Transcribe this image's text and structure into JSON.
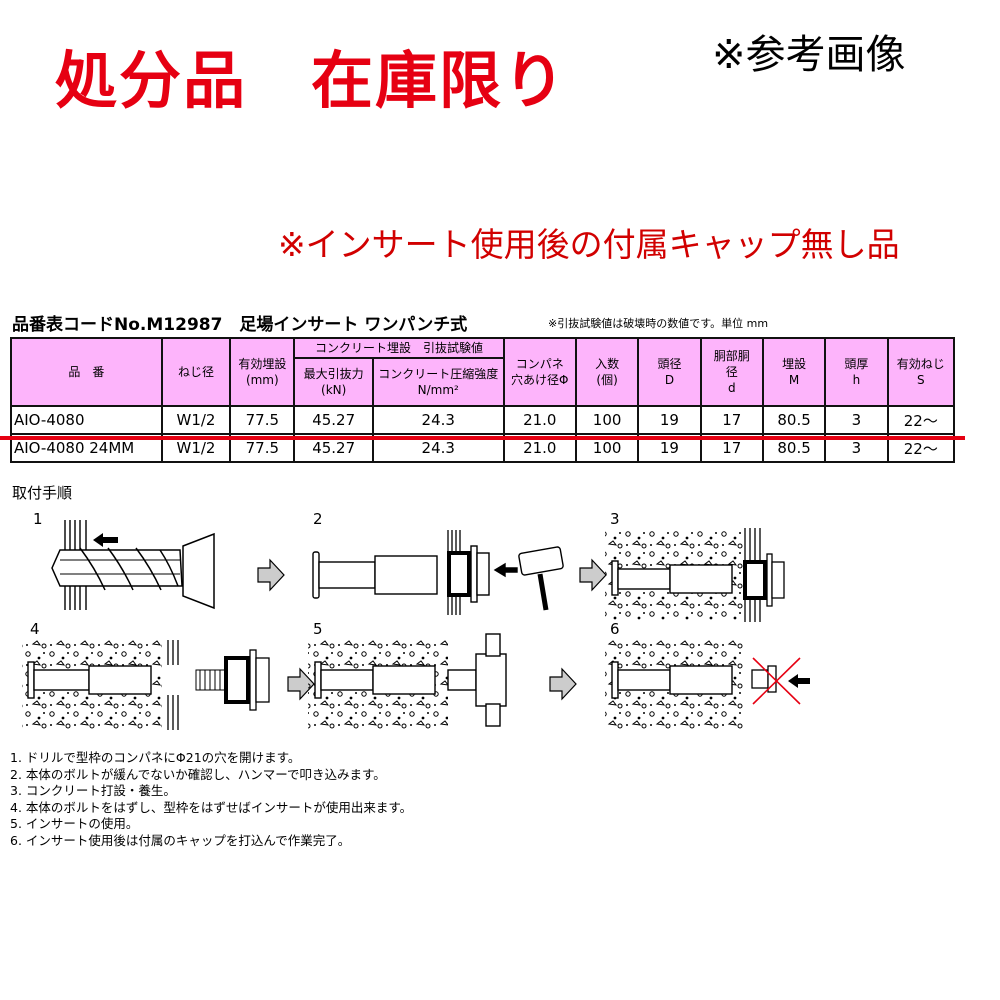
{
  "banner": {
    "text": "処分品　在庫限り",
    "color": "#e60012"
  },
  "reference_label": "※参考画像",
  "note": {
    "text": "※インサート使用後の付属キャップ無し品",
    "color": "#d10000"
  },
  "table": {
    "title": "品番表コードNo.M12987　足場インサート ワンパンチ式",
    "note": "※引抜試験値は破壊時の数値です。単位 mm",
    "header_color": "#fdb4fb",
    "headers": {
      "part_no": "品　番",
      "thread": "ねじ径",
      "embed": "有効埋設",
      "embed_unit": "(mm)",
      "pull_group": "コンクリート埋設　引抜試験値",
      "max_pull": "最大引抜力",
      "max_pull_unit": "(kN)",
      "strength": "コンクリート圧縮強度",
      "strength_unit": "N/mm²",
      "hole": "コンパネ",
      "hole2": "穴あけ径Φ",
      "qty": "入数",
      "qty_unit": "(個)",
      "head_d": "頭径",
      "head_d_sym": "D",
      "body_d": "胴部胴",
      "body_d2": "径",
      "body_d_sym": "d",
      "bury": "埋設",
      "bury_sym": "M",
      "head_h": "頭厚",
      "head_h_sym": "h",
      "thread_len": "有効ねじ",
      "thread_len_sym": "S"
    },
    "rows": [
      {
        "part_no": "AIO-4080",
        "thread": "W1/2",
        "embed": "77.5",
        "max_pull": "45.27",
        "strength": "24.3",
        "hole": "21.0",
        "qty": "100",
        "head_d": "19",
        "body_d": "17",
        "bury": "80.5",
        "head_h": "3",
        "thread_len": "22〜",
        "struck": false
      },
      {
        "part_no": "AIO-4080 24MM",
        "thread": "W1/2",
        "embed": "77.5",
        "max_pull": "45.27",
        "strength": "24.3",
        "hole": "21.0",
        "qty": "100",
        "head_d": "19",
        "body_d": "17",
        "bury": "80.5",
        "head_h": "3",
        "thread_len": "22〜",
        "struck": true
      }
    ],
    "strike_color": "#e60012"
  },
  "procedure": {
    "title": "取付手順",
    "figure_labels": [
      "1",
      "2",
      "3",
      "4",
      "5",
      "6"
    ],
    "steps": [
      "1. ドリルで型枠のコンパネにΦ21の穴を開けます。",
      "2. 本体のボルトが緩んでないか確認し、ハンマーで叩き込みます。",
      "3. コンクリート打設・養生。",
      "4. 本体のボルトをはずし、型枠をはずせばインサートが使用出来ます。",
      "5. インサートの使用。",
      "6. インサート使用後は付属のキャップを打込んで作業完了。"
    ]
  }
}
